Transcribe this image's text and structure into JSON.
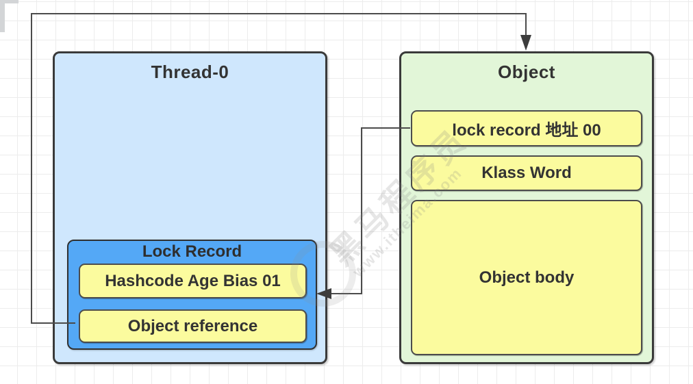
{
  "nodes": {
    "thread": {
      "title": "Thread-0"
    },
    "lock_record": {
      "title": "Lock Record",
      "cells": [
        "Hashcode Age Bias 01",
        "Object reference"
      ]
    },
    "object": {
      "title": "Object",
      "cells": [
        "lock record 地址 00",
        "Klass Word"
      ],
      "body": "Object body"
    }
  },
  "connectors": [
    {
      "from": "Object reference",
      "to": "Object",
      "arrow": "down"
    },
    {
      "from": "lock record 地址 00",
      "to": "Lock Record",
      "arrow": "left"
    }
  ],
  "watermark": {
    "line1": "黑马程序员",
    "line2": "www.itheima.com"
  },
  "colors": {
    "thread_fill": "#cfe7fd",
    "lock_record_fill": "#54a8f6",
    "cell_fill": "#fbfb9e",
    "object_fill": "#e2f6d8",
    "border": "#3a3a3a",
    "connector": "#4b4b4b",
    "text": "#333333",
    "grid": "#ececec"
  }
}
